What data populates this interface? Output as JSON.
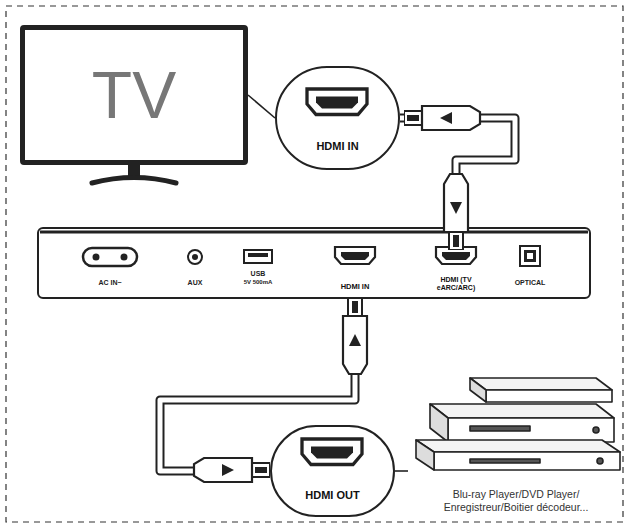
{
  "diagram": {
    "nodes": [
      {
        "text": [
          "TV"
        ]
      },
      {
        "text": [
          "HDMI IN"
        ]
      },
      {
        "text": [
          "HDMI IN"
        ]
      },
      {
        "text": [
          "HDMI (TV eARC/ARC)"
        ]
      },
      {
        "text": [
          "HDMI OUT"
        ]
      },
      {
        "text": [
          "Blu-ray Player/DVD Player/ Enregistreur/Boitier décodeur..."
        ]
      }
    ],
    "edges": [
      {
        "from": 0,
        "to": 1,
        "arrow": "none"
      },
      {
        "from": 1,
        "to": 3,
        "arrow": "none"
      },
      {
        "from": 2,
        "to": 4,
        "arrow": "none"
      },
      {
        "from": 4,
        "to": 5,
        "arrow": "none"
      }
    ],
    "labels": [
      "AC IN~",
      "AUX",
      "USB",
      "5V 500mA",
      "OPTICAL"
    ]
  }
}
